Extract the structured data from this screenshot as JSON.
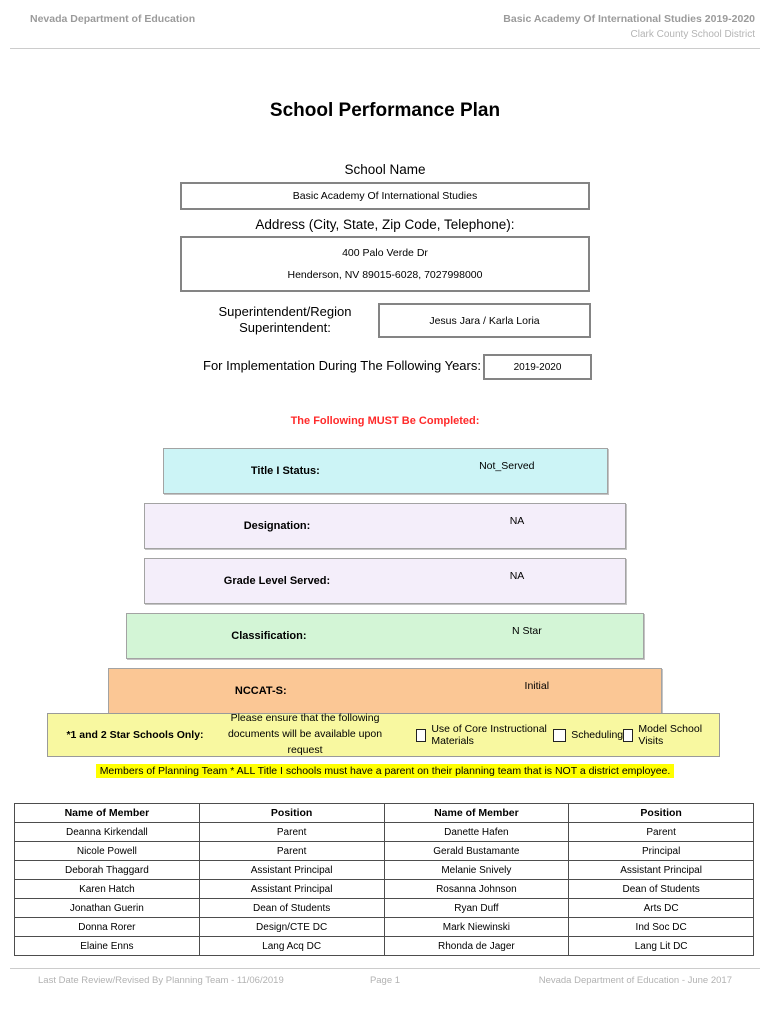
{
  "header": {
    "department": "Nevada Department of Education",
    "school_and_year": "Basic Academy Of International Studies  2019-2020",
    "district": "Clark County School District"
  },
  "title": "School Performance Plan",
  "form": {
    "school_name_label": "School Name",
    "school_name_value": "Basic Academy Of International Studies",
    "address_label": "Address (City, State, Zip Code, Telephone):",
    "address_line1": "400 Palo Verde Dr",
    "address_line2": "Henderson, NV  89015-6028, 7027998000",
    "superintendent_label_line1": "Superintendent/Region",
    "superintendent_label_line2": "Superintendent:",
    "superintendent_value": "Jesus Jara / Karla Loria",
    "implementation_label": "For Implementation During The Following Years:",
    "implementation_value": "2019-2020"
  },
  "must_completed_notice": "The Following MUST Be Completed:",
  "status_rows": [
    {
      "label": "Title I Status:",
      "value": "Not_Served",
      "color": "#ccf4f6"
    },
    {
      "label": "Designation:",
      "value": "NA",
      "color": "#f4eefa"
    },
    {
      "label": "Grade Level Served:",
      "value": "NA",
      "color": "#f4eefa"
    },
    {
      "label": "Classification:",
      "value": "N Star",
      "color": "#d3f5d6"
    },
    {
      "label": "NCCAT-S:",
      "value": "Initial",
      "color": "#fbc795"
    }
  ],
  "star_schools_panel": {
    "label": "*1 and 2 Star Schools Only:",
    "note_line1": "Please ensure that the following",
    "note_line2": "documents will be available upon request",
    "checkbox_options": [
      "Use of Core Instructional Materials",
      "Scheduling",
      "Model School Visits"
    ]
  },
  "planning_team_notice": "Members of Planning Team * ALL Title I schools must have a parent on their planning team that is NOT a district employee.",
  "members_table": {
    "headers": [
      "Name of Member",
      "Position",
      "Name of Member",
      "Position"
    ],
    "rows": [
      [
        "Deanna Kirkendall",
        "Parent",
        "Danette Hafen",
        "Parent"
      ],
      [
        "Nicole Powell",
        "Parent",
        "Gerald Bustamante",
        "Principal"
      ],
      [
        "Deborah Thaggard",
        "Assistant Principal",
        "Melanie Snively",
        "Assistant Principal"
      ],
      [
        "Karen Hatch",
        "Assistant Principal",
        "Rosanna Johnson",
        "Dean of Students"
      ],
      [
        "Jonathan Guerin",
        "Dean of Students",
        "Ryan Duff",
        "Arts DC"
      ],
      [
        "Donna Rorer",
        "Design/CTE DC",
        "Mark Niewinski",
        "Ind Soc DC"
      ],
      [
        "Elaine Enns",
        "Lang Acq DC",
        "Rhonda de Jager",
        "Lang Lit DC"
      ]
    ]
  },
  "footer": {
    "left": "Last Date Review/Revised By Planning Team - 11/06/2019",
    "center": "Page 1",
    "right": "Nevada Department of Education - June 2017"
  },
  "colors": {
    "notice_red": "#ff2a2a",
    "highlight_yellow": "#ffff00",
    "panel_yellow": "#f8f8a0"
  }
}
